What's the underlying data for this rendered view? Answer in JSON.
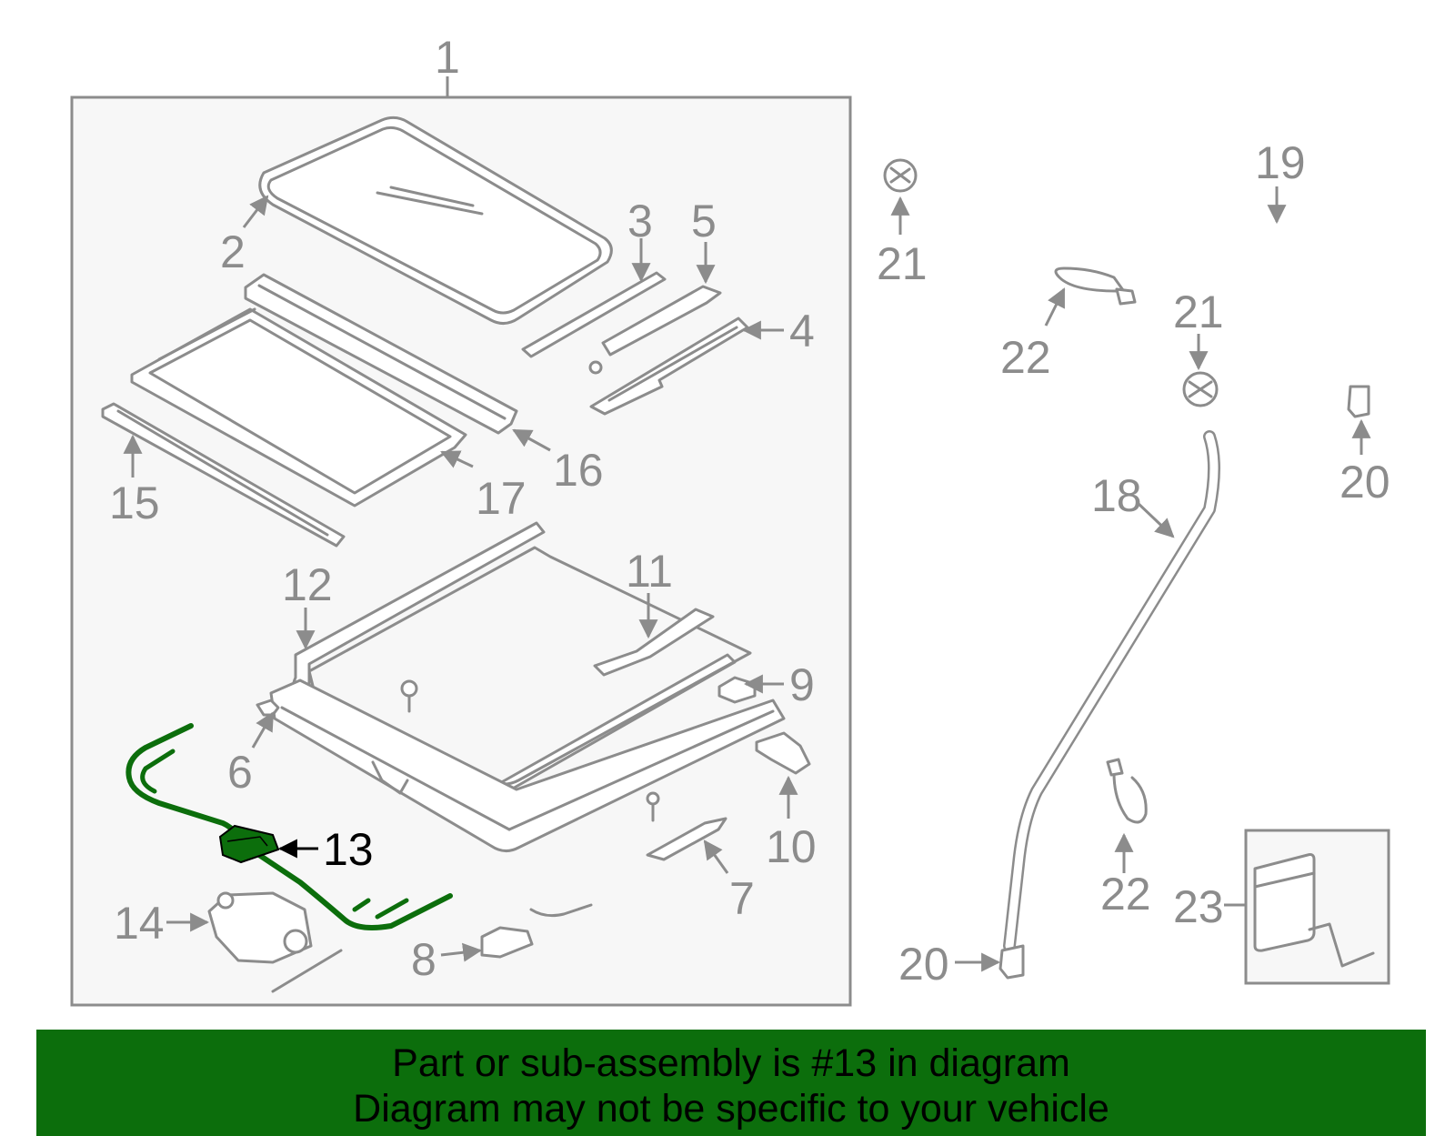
{
  "diagram": {
    "highlight_color": "#0c6e0c",
    "line_color": "#8c8c8c",
    "highlighted_part": "13",
    "callouts": {
      "c1": "1",
      "c2": "2",
      "c3": "3",
      "c4": "4",
      "c5": "5",
      "c6": "6",
      "c7": "7",
      "c8": "8",
      "c9": "9",
      "c10": "10",
      "c11": "11",
      "c12": "12",
      "c13": "13",
      "c14": "14",
      "c15": "15",
      "c16": "16",
      "c17": "17",
      "c18": "18",
      "c19": "19",
      "c20a": "20",
      "c20b": "20",
      "c21a": "21",
      "c21b": "21",
      "c22a": "22",
      "c22b": "22",
      "c23": "23"
    }
  },
  "banner": {
    "line1": "Part or sub-assembly is #13 in diagram",
    "line2": "Diagram may not be specific to your vehicle",
    "background": "#0c6e0c"
  }
}
